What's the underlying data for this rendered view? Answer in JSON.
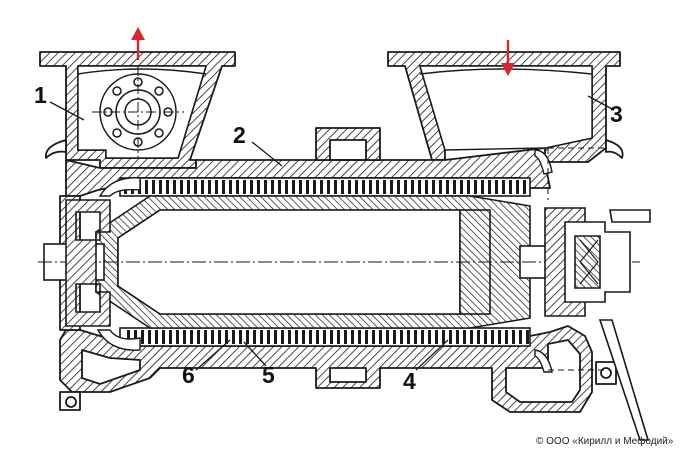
{
  "callouts": [
    {
      "id": "1",
      "text": "1"
    },
    {
      "id": "2",
      "text": "2"
    },
    {
      "id": "3",
      "text": "3"
    },
    {
      "id": "4",
      "text": "4"
    },
    {
      "id": "5",
      "text": "5"
    },
    {
      "id": "6",
      "text": "6"
    }
  ],
  "credit": "© ООО «Кирилл и Мефодий»",
  "colors": {
    "line": "#1a1a1a",
    "hatch": "#1a1a1a",
    "flow_arrow": "#d8262e",
    "background": "#ffffff"
  },
  "icons": {
    "outflow": "up-arrow-icon",
    "inflow": "down-arrow-icon"
  }
}
